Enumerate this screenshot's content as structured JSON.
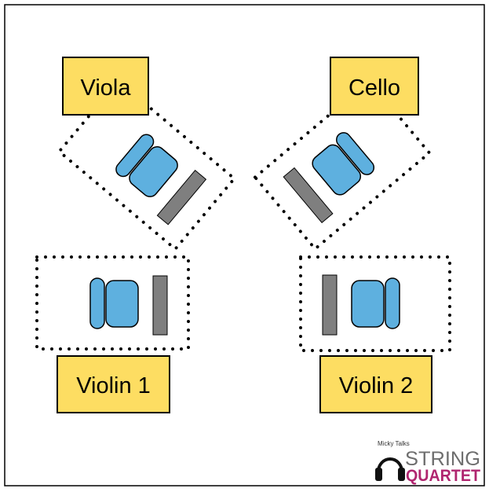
{
  "players": {
    "violin1": {
      "label": "Violin 1"
    },
    "violin2": {
      "label": "Violin 2"
    },
    "viola": {
      "label": "Viola"
    },
    "cello": {
      "label": "Cello"
    }
  },
  "logo": {
    "tagline": "Micky Talks",
    "line1": "STRING",
    "line2": "QUARTET"
  },
  "colors": {
    "label_fill": "#fddd62",
    "chair": "#5eb0df",
    "stand": "#7f7f7f",
    "logo_accent": "#b0256f",
    "logo_gray": "#6e6e6e"
  }
}
